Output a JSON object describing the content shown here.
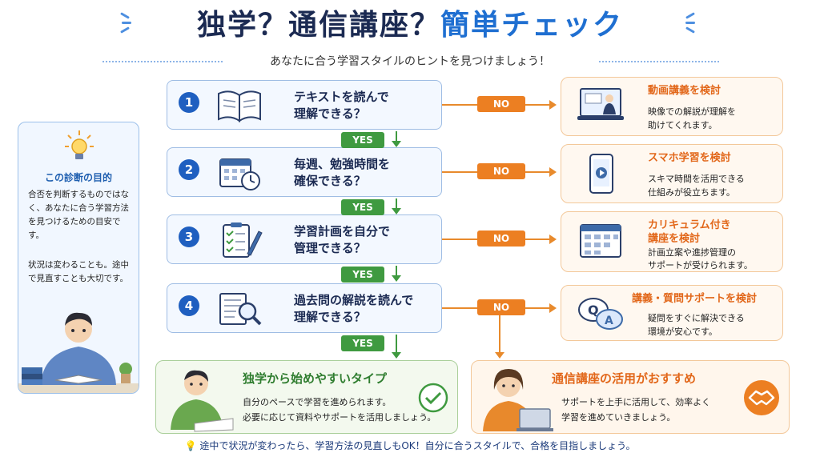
{
  "header": {
    "title_part1": "独学？通信講座？",
    "title_part2": "簡単チェック",
    "subtitle": "あなたに合う学習スタイルのヒントを見つけましょう！"
  },
  "sidebar": {
    "title": "この診断の目的",
    "paragraph1": "合否を判断するものではなく、あなたに合う学習方法を見つけるための目安です。",
    "paragraph2": "状況は変わることも。途中で見直すことも大切です。"
  },
  "questions": [
    {
      "num": "1",
      "line1": "テキストを読んで",
      "line2": "理解できる？",
      "icon": "open-book-icon"
    },
    {
      "num": "2",
      "line1": "毎週、勉強時間を",
      "line2": "確保できる？",
      "icon": "calendar-clock-icon"
    },
    {
      "num": "3",
      "line1": "学習計画を自分で",
      "line2": "管理できる？",
      "icon": "checklist-pencil-icon"
    },
    {
      "num": "4",
      "line1": "過去問の解説を読んで",
      "line2": "理解できる？",
      "icon": "document-magnifier-icon"
    }
  ],
  "labels": {
    "yes": "YES",
    "no": "NO"
  },
  "options": [
    {
      "title_line1": "動画講義を検討",
      "title_line2": "",
      "text_line1": "映像での解説が理解を",
      "text_line2": "助けてくれます。",
      "icon": "video-lecture-icon"
    },
    {
      "title_line1": "スマホ学習を検討",
      "title_line2": "",
      "text_line1": "スキマ時間を活用できる",
      "text_line2": "仕組みが役立ちます。",
      "icon": "smartphone-icon"
    },
    {
      "title_line1": "カリキュラム付き",
      "title_line2": "講座を検討",
      "text_line1": "計画立案や進捗管理の",
      "text_line2": "サポートが受けられます。",
      "icon": "calendar-grid-icon"
    },
    {
      "title_line1": "講義・質問サポートを検討",
      "title_line2": "",
      "text_line1": "疑問をすぐに解決できる",
      "text_line2": "環境が安心です。",
      "icon": "qa-bubbles-icon"
    }
  ],
  "results": {
    "self_study": {
      "title": "独学から始めやすいタイプ",
      "line1": "自分のペースで学習を進められます。",
      "line2": "必要に応じて資料やサポートを活用しましょう。"
    },
    "course": {
      "title": "通信講座の活用がおすすめ",
      "line1": "サポートを上手に活用して、効率よく",
      "line2": "学習を進めていきましょう。"
    }
  },
  "footer": {
    "text": "途中で状況が変わったら、学習方法の見直しもOK！自分に合うスタイルで、合格を目指しましょう。"
  },
  "colors": {
    "navy": "#1b2a52",
    "blue": "#1f6fd1",
    "green": "#3f9a40",
    "orange": "#ec7f22"
  }
}
